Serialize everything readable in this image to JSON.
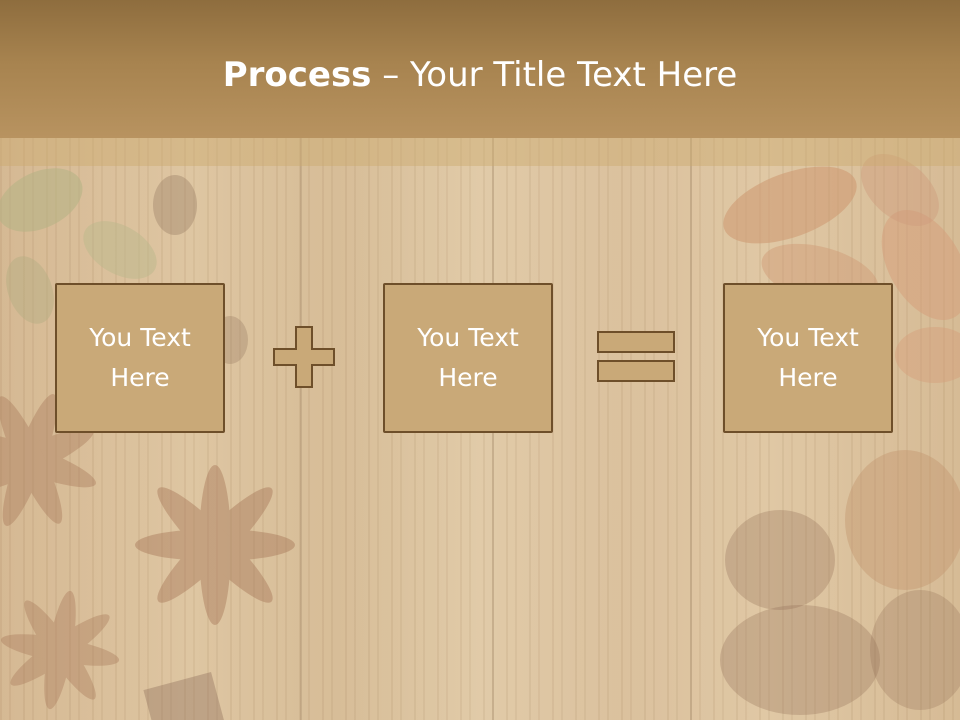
{
  "title": {
    "bold": "Process",
    "rest": " – Your Title Text Here"
  },
  "boxes": [
    {
      "text": "You Text\nHere"
    },
    {
      "text": "You Text\nHere"
    },
    {
      "text": "You Text\nHere"
    }
  ],
  "operators": [
    "plus-icon",
    "equals-icon"
  ],
  "colors": {
    "title_band": "#a7834f",
    "box_fill": "#c9a978",
    "box_border": "#6e4f2a",
    "text": "#ffffff"
  }
}
